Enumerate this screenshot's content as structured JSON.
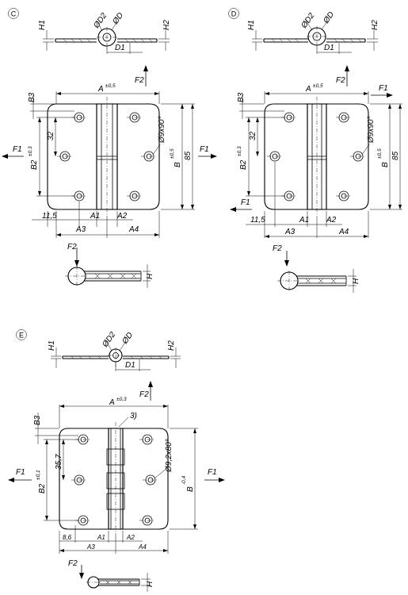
{
  "views": {
    "c": {
      "label": "C",
      "top": {
        "h1": "H1",
        "d2": "ØD2",
        "d": "ØD",
        "d1": "D1",
        "h2": "H2"
      },
      "front": {
        "a": "A",
        "a_tol": "±0,5",
        "b3": "B3",
        "b2": "B2",
        "b2_tol": "±0,3",
        "dim_32": "32",
        "hole": "Ø9x90°",
        "b": "B",
        "b_tol": "±0,5",
        "dim_85": "85",
        "dim_11_5": "11,5",
        "a1": "A1",
        "a2": "A2",
        "a3": "A3",
        "a4": "A4",
        "f1_left": "F1",
        "f1_right": "F1",
        "f2": "F2"
      },
      "side": {
        "f2": "F2",
        "h": "H"
      }
    },
    "d": {
      "label": "D",
      "top": {
        "h1": "H1",
        "d2": "ØD2",
        "d": "ØD",
        "d1": "D1",
        "h2": "H2"
      },
      "front": {
        "a": "A",
        "a_tol": "±0,5",
        "b3": "B3",
        "b2": "B2",
        "b2_tol": "±0,3",
        "dim_32": "32",
        "hole": "Ø9x90°",
        "b": "B",
        "b_tol": "±0,5",
        "dim_85": "85",
        "dim_11_5": "11,5",
        "a1": "A1",
        "a2": "A2",
        "a3": "A3",
        "a4": "A4",
        "f1_left": "F1",
        "f1_right": "F1",
        "f2": "F2"
      },
      "side": {
        "f2": "F2",
        "h": "H"
      }
    },
    "e": {
      "label": "E",
      "top": {
        "h1": "H1",
        "d2": "ØD2",
        "d": "ØD",
        "d1": "D1",
        "h2": "H2"
      },
      "front": {
        "a": "A",
        "a_tol": "±0,3",
        "note": "3)",
        "b3": "B3",
        "b2": "B2",
        "b2_tol": "±0,1",
        "dim_35_7": "35,7",
        "hole": "Ø9,2x80°",
        "b": "B",
        "b_tol": "-0,4",
        "f1": "F1",
        "dim_8_6": "8,6",
        "a1": "A1",
        "a2": "A2",
        "a3": "A3",
        "a4": "A4",
        "f1_left": "F1",
        "f1_right": "F1",
        "f2": "F2"
      },
      "side": {
        "f2": "F2",
        "h": "H"
      }
    }
  }
}
